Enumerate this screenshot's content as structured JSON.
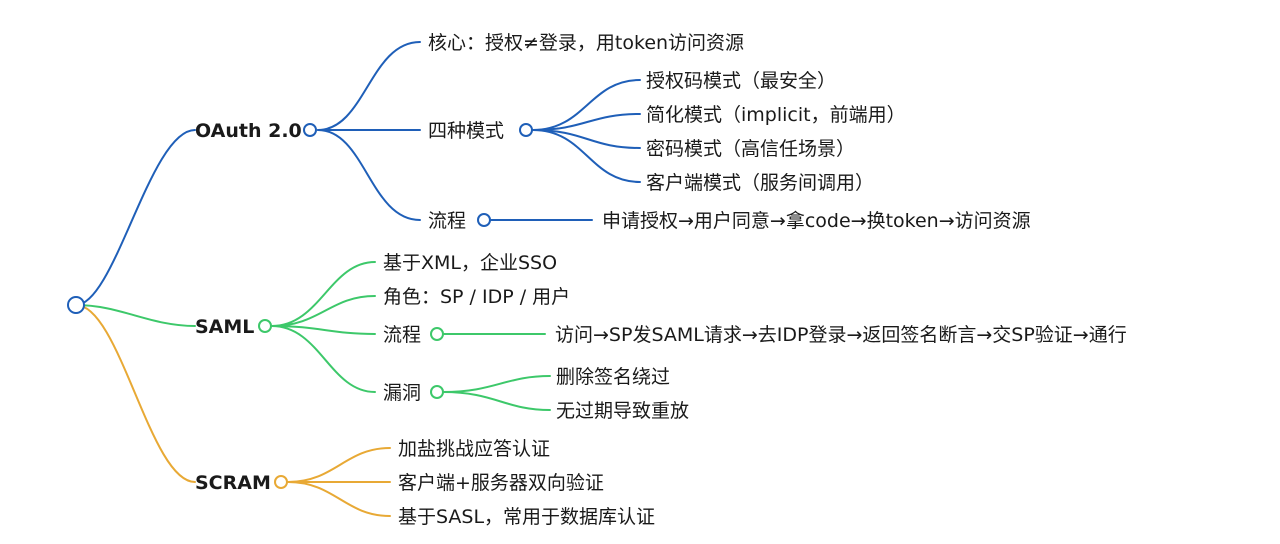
{
  "colors": {
    "oauth": "#1f5fb8",
    "saml": "#3dc86a",
    "scram": "#e8a935"
  },
  "branches": {
    "oauth": {
      "label": "OAuth 2.0",
      "core": "核心：授权≠登录，用token访问资源",
      "modes": {
        "label": "四种模式",
        "items": [
          "授权码模式（最安全）",
          "简化模式（implicit，前端用）",
          "密码模式（高信任场景）",
          "客户端模式（服务间调用）"
        ]
      },
      "flow": {
        "label": "流程",
        "detail": "申请授权→用户同意→拿code→换token→访问资源"
      }
    },
    "saml": {
      "label": "SAML",
      "basis": "基于XML，企业SSO",
      "roles": "角色：SP / IDP / 用户",
      "flow": {
        "label": "流程",
        "detail": "访问→SP发SAML请求→去IDP登录→返回签名断言→交SP验证→通行"
      },
      "vuln": {
        "label": "漏洞",
        "items": [
          "删除签名绕过",
          "无过期导致重放"
        ]
      }
    },
    "scram": {
      "label": "SCRAM",
      "items": [
        "加盐挑战应答认证",
        "客户端+服务器双向验证",
        "基于SASL，常用于数据库认证"
      ]
    }
  }
}
